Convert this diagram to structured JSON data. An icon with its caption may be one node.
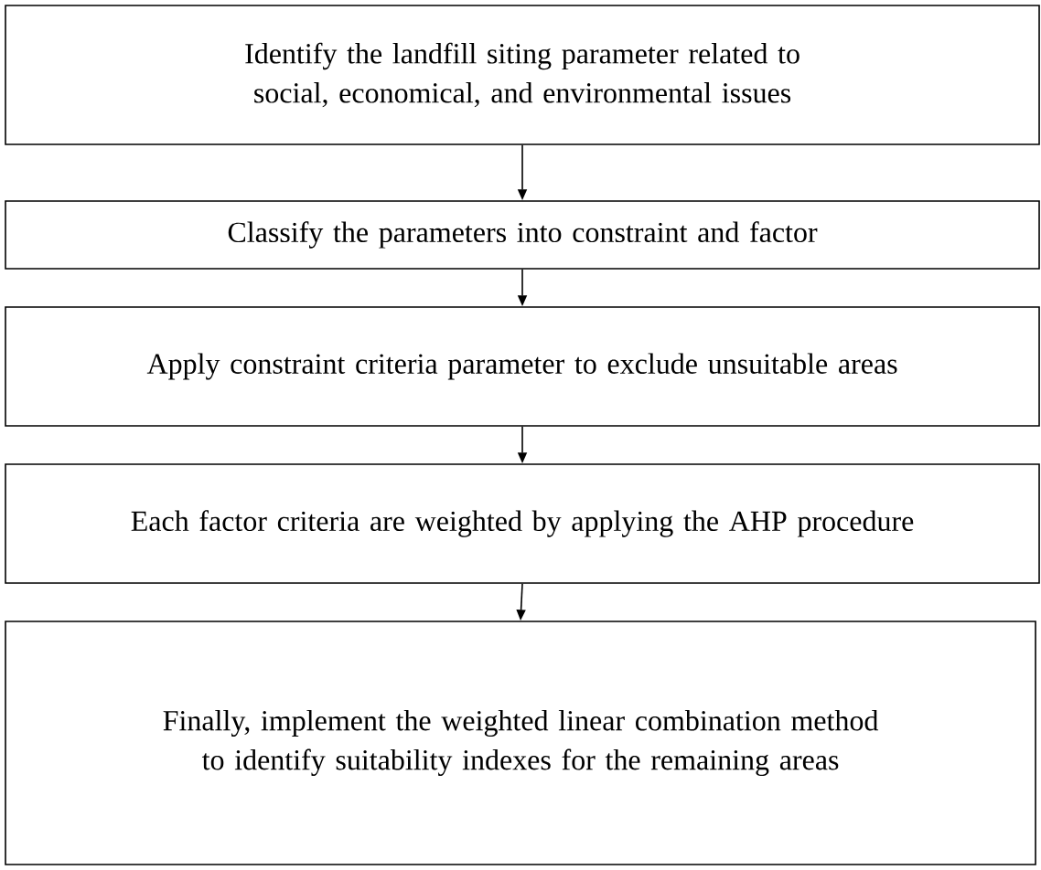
{
  "diagram": {
    "nodes": [
      {
        "text": [
          "Identify the landfill siting parameter related to social, economical, and environmental issues"
        ]
      },
      {
        "text": [
          "Classify the parameters into constraint and factor"
        ]
      },
      {
        "text": [
          "Apply constraint criteria parameter to exclude unsuitable areas"
        ]
      },
      {
        "text": [
          "Each factor criteria are weighted by applying the AHP procedure"
        ]
      },
      {
        "text": [
          "Finally, implement the weighted linear combination method to identify suitability indexes for the remaining areas"
        ]
      }
    ],
    "edges": [
      {
        "from": 0,
        "to": 1,
        "arrow": "to"
      },
      {
        "from": 1,
        "to": 2,
        "arrow": "to"
      },
      {
        "from": 2,
        "to": 3,
        "arrow": "to"
      },
      {
        "from": 3,
        "to": 4,
        "arrow": "to"
      }
    ]
  }
}
